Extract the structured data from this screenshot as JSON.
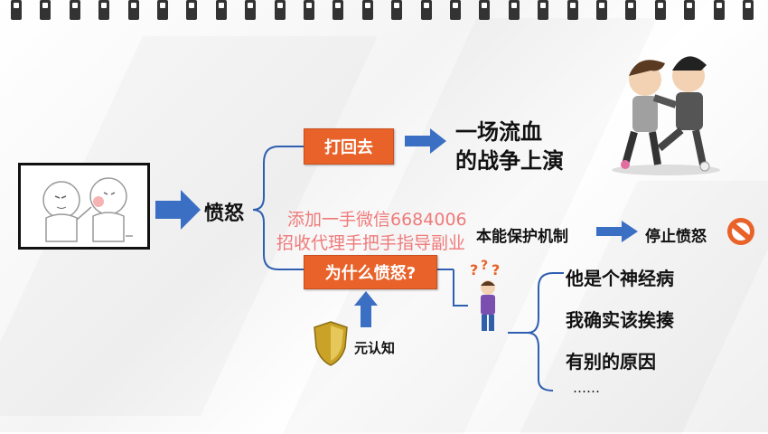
{
  "anger": "愤怒",
  "branches": {
    "fight_back": "打回去",
    "why_angry": "为什么愤怒?"
  },
  "outcome": {
    "line1": "一场流血",
    "line2": "的战争上演"
  },
  "instinct": "本能保护机制",
  "stop_anger": "停止愤怒",
  "metacognition": "元认知",
  "reasons": [
    "他是个神经病",
    "我确实该挨揍",
    "有别的原因",
    "……"
  ],
  "watermark": {
    "line1": "添加一手微信6684006",
    "line2": "招收代理手把手指导副业"
  },
  "colors": {
    "orange": "#e8622a",
    "arrow_blue": "#3a6fc4",
    "line_blue": "#2f5fb0",
    "watermark": "#ef6d6d",
    "gold": "#c9a227"
  },
  "icons": [
    "binding-rings",
    "stick-figures-image",
    "fighting-boys-image",
    "no-sign-icon",
    "shield-icon",
    "confused-person-icon"
  ]
}
